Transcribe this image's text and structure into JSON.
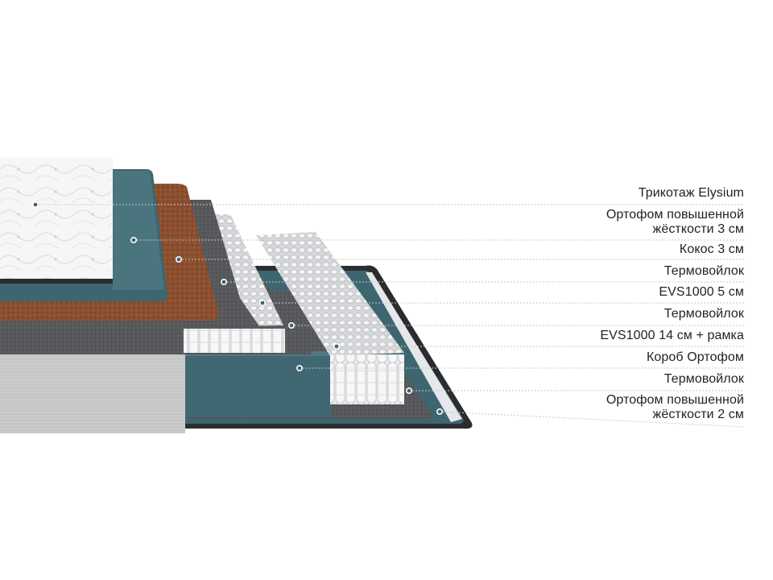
{
  "layers": [
    {
      "label": "Трикотаж Elysium"
    },
    {
      "label": "Ортофом повышенной\nжёсткости 3 см"
    },
    {
      "label": "Кокос 3 см"
    },
    {
      "label": "Термовойлок"
    },
    {
      "label": "EVS1000 5 см"
    },
    {
      "label": "Термовойлок"
    },
    {
      "label": "EVS1000 14 см + рамка"
    },
    {
      "label": "Короб Ортофом"
    },
    {
      "label": "Термовойлок"
    },
    {
      "label": "Ортофом повышенной\nжёсткости 2 см"
    }
  ],
  "colors": {
    "teal": "#3d6670",
    "coconut": "#8a4e2e",
    "felt": "#56585c",
    "springs": "#e8e8ea",
    "knit": "#f4f4f5",
    "side": "#c9c9c9",
    "leader": "#c8c8c8"
  }
}
